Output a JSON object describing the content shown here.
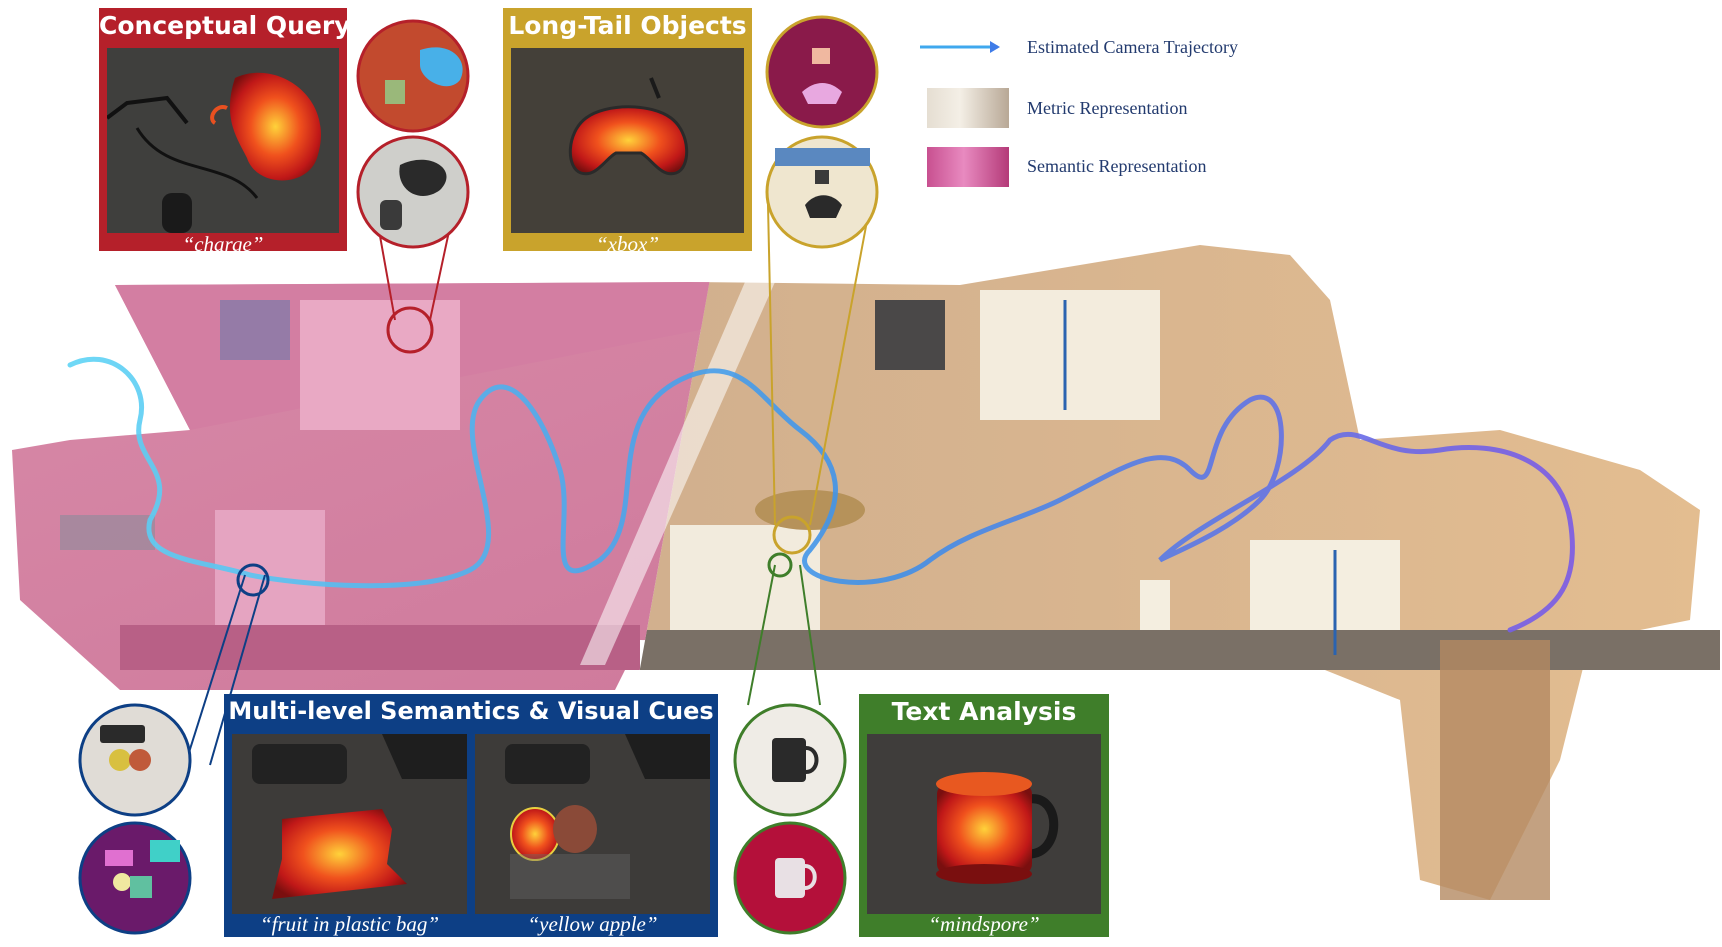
{
  "legend": {
    "trajectory": "Estimated Camera Trajectory",
    "metric": "Metric Representation",
    "semantic": "Semantic Representation"
  },
  "panels": {
    "conceptual": {
      "title": "Conceptual Query",
      "query": "“charge”"
    },
    "longtail": {
      "title": "Long-Tail Objects",
      "query": "“xbox”"
    },
    "multilevel": {
      "title": "Multi-level Semantics & Visual Cues",
      "query_left": "“fruit in plastic bag”",
      "query_right": "“yellow apple”"
    },
    "text": {
      "title": "Text Analysis",
      "query": "“mindspore”"
    }
  },
  "colors": {
    "conceptual": "#b5202a",
    "longtail": "#c9a32c",
    "multilevel": "#0d3f85",
    "text": "#3f7e2a",
    "trajectory": "#3fa8ee",
    "legend_text": "#223a6e"
  }
}
